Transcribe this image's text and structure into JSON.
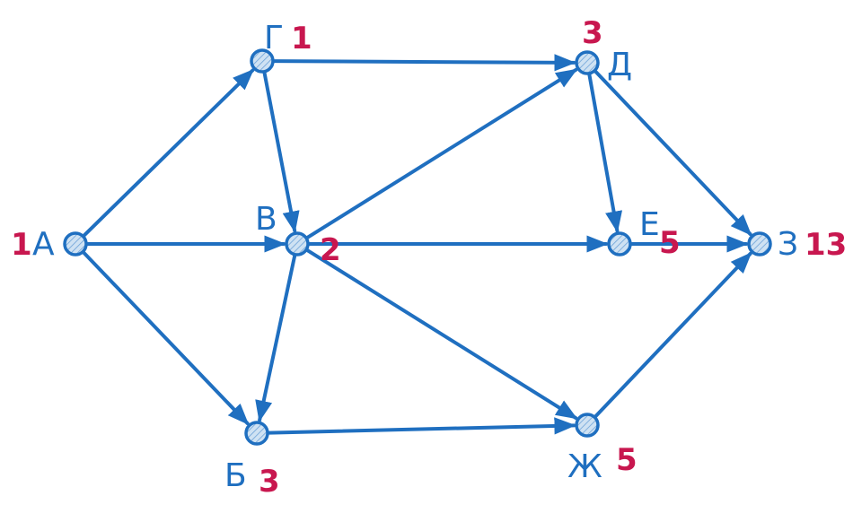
{
  "colors": {
    "edge": "#1f6fc0",
    "node_fill": "#a8cbe8",
    "label": "#1f6fc0",
    "number": "#c8174f"
  },
  "nodes": [
    {
      "id": "A",
      "letter": "А",
      "number": "1"
    },
    {
      "id": "G",
      "letter": "Г",
      "number": "1"
    },
    {
      "id": "V",
      "letter": "В",
      "number": "2"
    },
    {
      "id": "B",
      "letter": "Б",
      "number": "3"
    },
    {
      "id": "D",
      "letter": "Д",
      "number": "3"
    },
    {
      "id": "E",
      "letter": "Е",
      "number": "5"
    },
    {
      "id": "ZH",
      "letter": "Ж",
      "number": "5"
    },
    {
      "id": "Z",
      "letter": "З",
      "number": "13"
    }
  ],
  "edges": [
    {
      "from": "A",
      "to": "G"
    },
    {
      "from": "A",
      "to": "V"
    },
    {
      "from": "A",
      "to": "B"
    },
    {
      "from": "G",
      "to": "D"
    },
    {
      "from": "G",
      "to": "V"
    },
    {
      "from": "V",
      "to": "D"
    },
    {
      "from": "V",
      "to": "E"
    },
    {
      "from": "V",
      "to": "ZH"
    },
    {
      "from": "V",
      "to": "B"
    },
    {
      "from": "D",
      "to": "E"
    },
    {
      "from": "D",
      "to": "Z"
    },
    {
      "from": "E",
      "to": "Z"
    },
    {
      "from": "B",
      "to": "ZH"
    },
    {
      "from": "ZH",
      "to": "Z"
    }
  ]
}
